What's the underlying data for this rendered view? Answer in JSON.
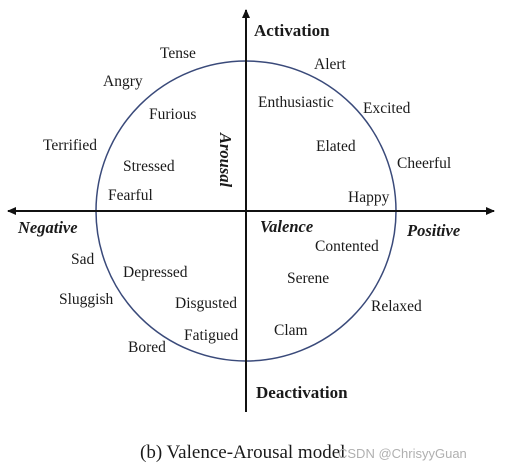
{
  "axes": {
    "top": "Activation",
    "bottom": "Deactivation",
    "left": "Negative",
    "right": "Positive",
    "vertical_label": "Arousal",
    "horizontal_label": "Valence"
  },
  "emotions": [
    "Tense",
    "Alert",
    "Angry",
    "Enthusiastic",
    "Excited",
    "Furious",
    "Terrified",
    "Elated",
    "Stressed",
    "Cheerful",
    "Fearful",
    "Happy",
    "Contented",
    "Sad",
    "Depressed",
    "Serene",
    "Sluggish",
    "Disgusted",
    "Relaxed",
    "Clam",
    "Fatigued",
    "Bored"
  ],
  "caption": "(b) Valence-Arousal model",
  "watermark": "CSDN @ChrisyyGuan",
  "colors": {
    "circle": "#3a4a7a",
    "axis": "#111111",
    "text": "#1a1a1a"
  }
}
